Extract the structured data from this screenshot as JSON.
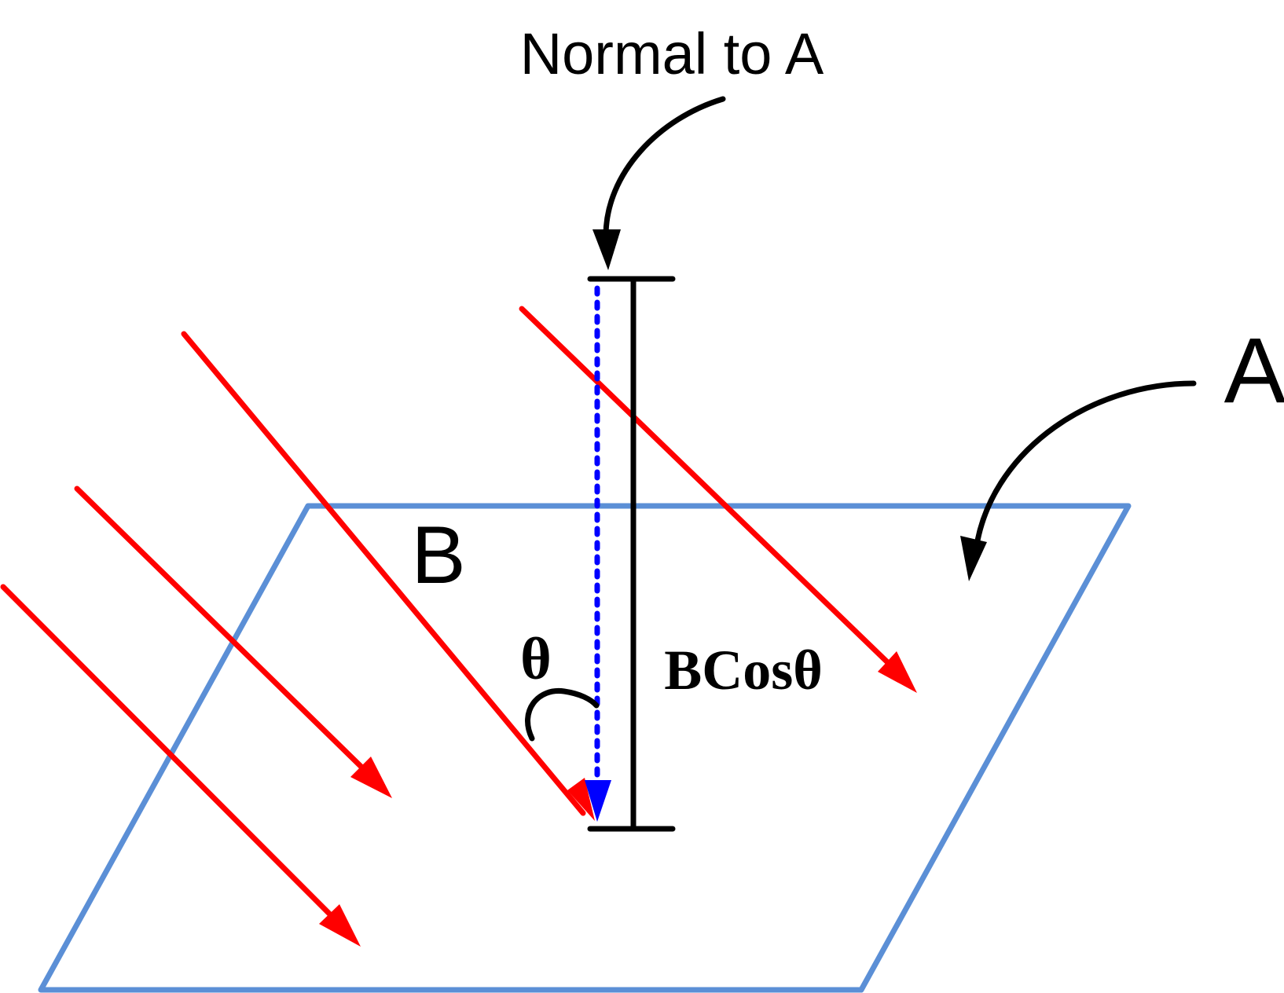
{
  "labels": {
    "normal_label": "Normal to A",
    "surface_label": "A",
    "field_label": "B",
    "angle_label": "θ",
    "component_label": "BCosθ"
  },
  "colors": {
    "surface_outline": "#5B8FD6",
    "field_lines": "#FF0000",
    "normal_vector": "#0000FF",
    "annotations": "#000000",
    "background": "#FFFFFF"
  },
  "icons": {
    "normal_pointer": "curved-arrow-icon",
    "surface_pointer": "curved-arrow-icon"
  }
}
